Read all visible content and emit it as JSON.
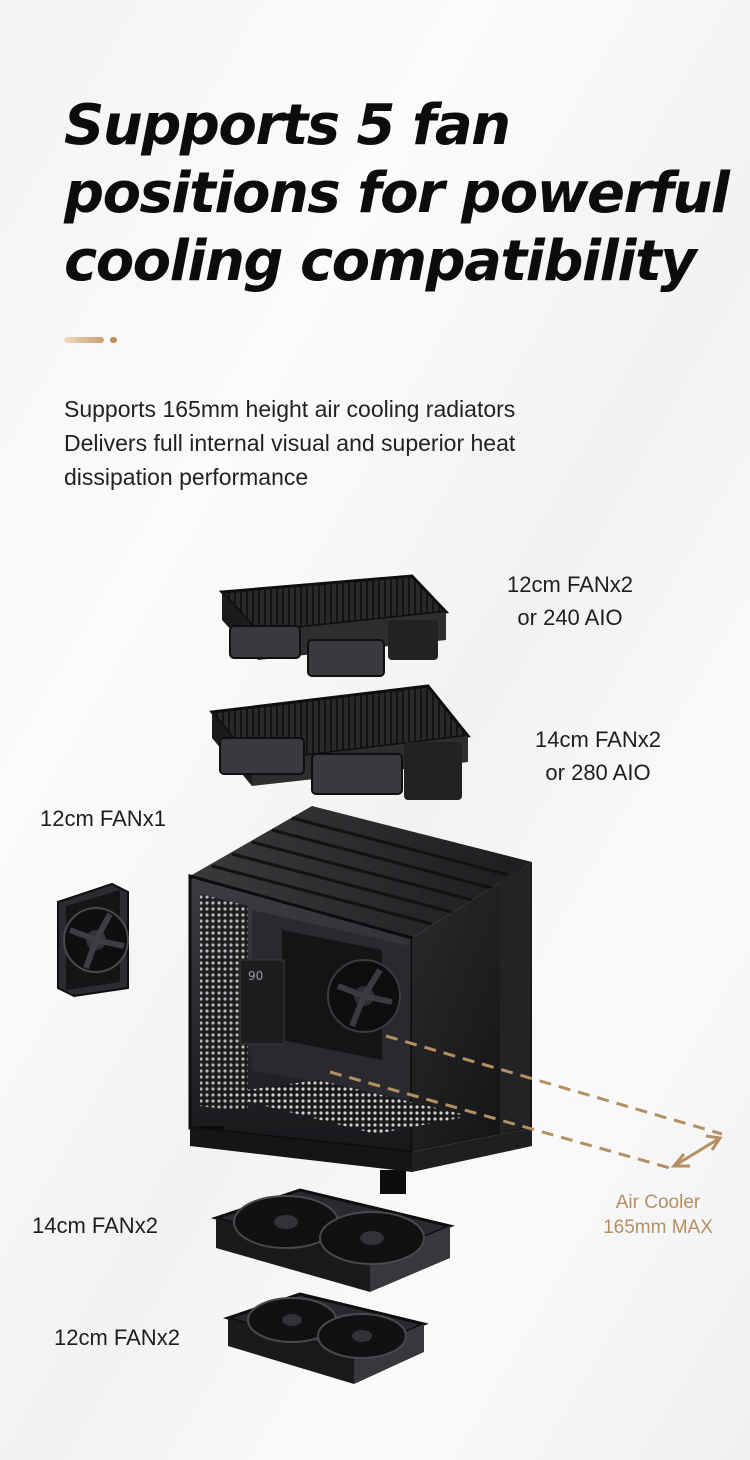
{
  "headline": {
    "lines": [
      "Supports 5 fan",
      "positions for powerful",
      "cooling compatibility"
    ]
  },
  "description": {
    "lines": [
      "Supports 165mm height air cooling radiators",
      "Delivers full internal visual and superior heat",
      "dissipation performance"
    ]
  },
  "labels": {
    "top_radiator": [
      "12cm FANx2",
      "or 240 AIO"
    ],
    "second_radiator": [
      "14cm FANx2",
      "or 280 AIO"
    ],
    "rear_fan": [
      "12cm FANx1"
    ],
    "bottom_fans_14": [
      "14cm FANx2"
    ],
    "bottom_fans_12": [
      "12cm FANx2"
    ],
    "air_cooler": [
      "Air Cooler",
      "165mm MAX"
    ]
  },
  "psu_badge": "90",
  "colors": {
    "accent_gold": "#b39063",
    "headline": "#0c0c0c",
    "case_body": "#1c1c1e"
  }
}
